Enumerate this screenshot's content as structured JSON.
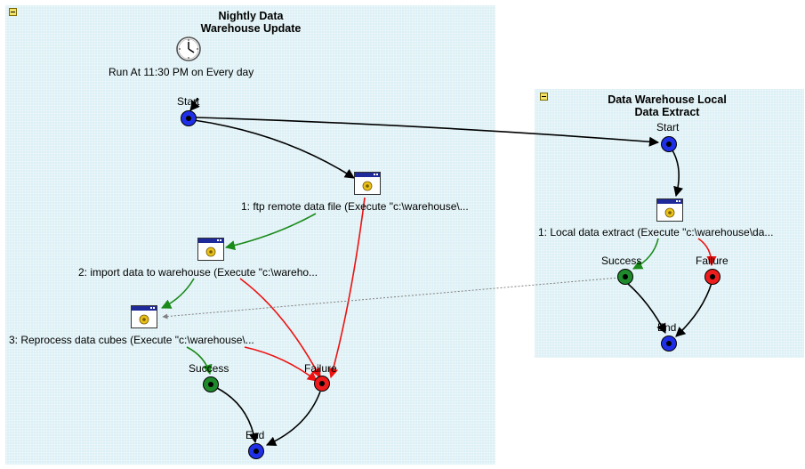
{
  "left_group": {
    "title": "Nightly Data\nWarehouse Update",
    "schedule": "Run At 11:30 PM on Every day",
    "start_label": "Start",
    "tasks": [
      "1: ftp remote data file (Execute \"c:\\warehouse\\...",
      "2: import data to warehouse (Execute \"c:\\wareho...",
      "3: Reprocess data cubes (Execute \"c:\\warehouse\\..."
    ],
    "success_label": "Success",
    "failure_label": "Failure",
    "end_label": "End"
  },
  "right_group": {
    "title": "Data Warehouse Local\nData Extract",
    "start_label": "Start",
    "task": "1: Local data extract (Execute \"c:\\warehouse\\da...",
    "success_label": "Success",
    "failure_label": "Failure",
    "end_label": "End"
  },
  "colors": {
    "panel": "#dcf0f5",
    "start_end": "#1f2fe8",
    "success": "#1e8a2c",
    "failure": "#ee1c1c",
    "flow": "#000000",
    "success_edge": "#1a8a1a",
    "failure_edge": "#ee1111",
    "dependency": "#808080"
  },
  "icons": {
    "collapse": "collapse-toggle-icon",
    "schedule": "clock-icon",
    "task": "task-window-gear-icon"
  }
}
